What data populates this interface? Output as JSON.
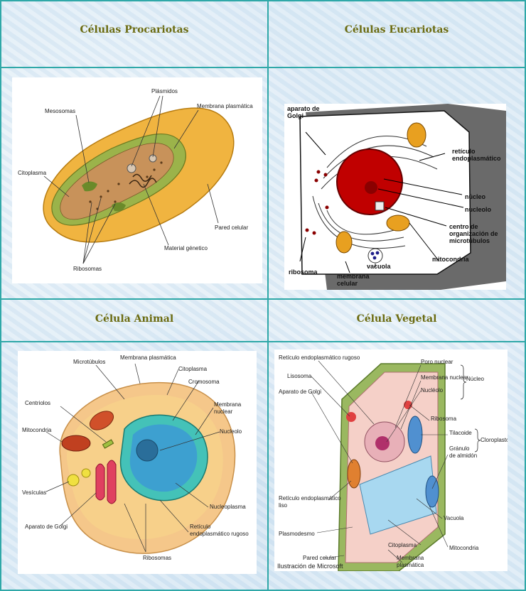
{
  "titles": {
    "prokaryote": "Células Procariotas",
    "eukaryote": "Células Eucariotas",
    "animal": "Célula Animal",
    "plant": "Célula Vegetal"
  },
  "prokaryote_labels": {
    "plasmids": "Plásmidos",
    "mesosomes": "Mesosomas",
    "membrane": "Membrana plasmática",
    "cytoplasm": "Citoplasma",
    "cell_wall": "Pared celular",
    "genetic": "Material génetico",
    "ribosomes": "Ribosomas"
  },
  "eukaryote_labels": {
    "golgi_1": "aparato de",
    "golgi_2": "Golgi",
    "er_1": "retículo",
    "er_2": "endoplasmático",
    "nucleus": "núcleo",
    "nucleolus": "nucleolo",
    "centro_1": "centro de",
    "centro_2": "organización de",
    "centro_3": "microtúbulos",
    "mito": "mitocondria",
    "vacuole": "vacuola",
    "ribosome": "ribosoma",
    "membrane_1": "membrana",
    "membrane_2": "celular"
  },
  "animal_labels": {
    "microtubules": "Microtúbulos",
    "membrane": "Membrana plasmática",
    "cytoplasm": "Citoplasma",
    "chromosome": "Cromosoma",
    "centrioles": "Centriolos",
    "nuc_membrane_1": "Membrana",
    "nuc_membrane_2": "nuclear",
    "mito": "Mitocondria",
    "nucleolus": "Nucleolo",
    "vesicles": "Vesículas",
    "nucleoplasm": "Nucleoplasma",
    "golgi": "Aparato de Golgi",
    "rer_1": "Retículo",
    "rer_2": "endoplasmático rugoso",
    "ribosomes": "Ribosomas"
  },
  "plant_labels": {
    "rer": "Retículo endoplasmático rugoso",
    "pore": "Poro nuclear",
    "lysosome": "Lisosoma",
    "nuc_membrane": "Membrana nuclear",
    "nucleus": "Núcleo",
    "golgi": "Aparato de Golgi",
    "nucleolus": "Nucléolo",
    "ribosome": "Ribosoma",
    "thylakoid": "Tilacoide",
    "chloroplast": "Cloroplasto",
    "starch_1": "Gránulo",
    "starch_2": "de almidón",
    "ser_1": "Retículo endoplasmático",
    "ser_2": "liso",
    "vacuole": "Vacuola",
    "plasmodesm": "Plasmodesmo",
    "cytoplasm": "Citoplasma",
    "mito": "Mitocondria",
    "wall": "Pared celular",
    "membrane_1": "Membrana",
    "membrane_2": "plasmática",
    "credit": "Ilustración de Microsoft"
  }
}
